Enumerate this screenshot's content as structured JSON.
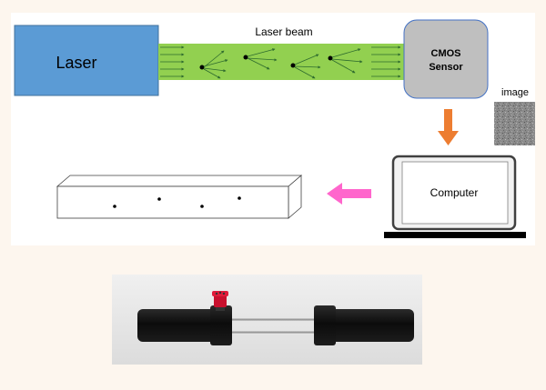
{
  "diagram": {
    "laser_label": "Laser",
    "beam_label": "Laser beam",
    "sensor_label_line1": "CMOS",
    "sensor_label_line2": "Sensor",
    "image_label": "image",
    "computer_label": "Computer"
  },
  "colors": {
    "laser_box": "#5b9bd5",
    "beam": "#92d050",
    "sensor_box": "#bfbfbf",
    "down_arrow": "#ed7d31",
    "left_arrow": "#ff66cc"
  }
}
